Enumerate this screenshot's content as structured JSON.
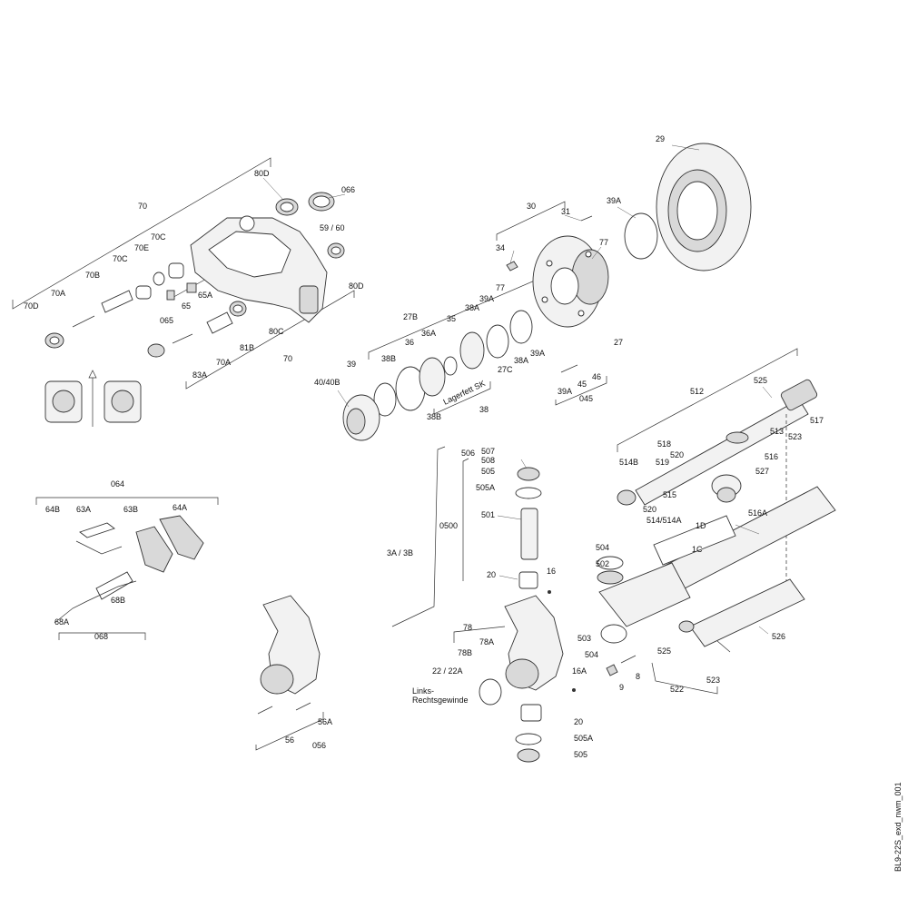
{
  "drawing_id": "BL9-22S_exd_nwm_001",
  "labels": {
    "l70": "70",
    "l80D_top": "80D",
    "l066": "066",
    "l59_60": "59 /  60",
    "l80D_r": "80D",
    "l70C_a": "70C",
    "l70E": "70E",
    "l70C_b": "70C",
    "l70B": "70B",
    "l70A_a": "70A",
    "l70D": "70D",
    "l65A": "65A",
    "l65": "65",
    "l065": "065",
    "l80C": "80C",
    "l81B": "81B",
    "l70A_b": "70A",
    "l83A": "83A",
    "l70_b": "70",
    "l30": "30",
    "l31": "31",
    "l34": "34",
    "l39A_t": "39A",
    "l77_t": "77",
    "l29": "29",
    "l27B": "27B",
    "l77_m": "77",
    "l39A_m": "39A",
    "l38A_m": "38A",
    "l35": "35",
    "l36A": "36A",
    "l36": "36",
    "l38B": "38B",
    "l39": "39",
    "l40": "40/40B",
    "l27": "27",
    "l39A_r": "39A",
    "l38A_r": "38A",
    "l27C": "27C",
    "l38B_b": "38B",
    "l38": "38",
    "l45": "45",
    "l46": "46",
    "l39A_b": "39A",
    "l045": "045",
    "lager": "Lagerfett SK",
    "l064": "064",
    "l64B": "64B",
    "l63A": "63A",
    "l63B": "63B",
    "l64A": "64A",
    "l68B": "68B",
    "l68A": "68A",
    "l068": "068",
    "l506": "506",
    "l507": "507",
    "l508": "508",
    "l505_t": "505",
    "l505A_t": "505A",
    "l501": "501",
    "l0500": "0500",
    "l3A3B": "3A / 3B",
    "l20_t": "20",
    "l16": "16",
    "l504_t": "504",
    "l502": "502",
    "l78": "78",
    "l78A": "78A",
    "l78B": "78B",
    "l2222A": "22 / 22A",
    "links1": "Links-",
    "links2": "Rechtsgewinde",
    "l16A": "16A",
    "l503": "503",
    "l504_b": "504",
    "l9": "9",
    "l8": "8",
    "l20_b": "20",
    "l505A_b": "505A",
    "l505_b": "505",
    "l56": "56",
    "l56A": "56A",
    "l056": "056",
    "l512": "512",
    "l525_t": "525",
    "l517": "517",
    "l523_t": "523",
    "l513": "513",
    "l518": "518",
    "l520_a": "520",
    "l519": "519",
    "l516": "516",
    "l514B": "514B",
    "l527": "527",
    "l515": "515",
    "l520_b": "520",
    "l516A": "516A",
    "l514": "514/514A",
    "l1D": "1D",
    "l1C": "1C",
    "l525_b": "525",
    "l526": "526",
    "l523_b": "523",
    "l522": "522"
  }
}
